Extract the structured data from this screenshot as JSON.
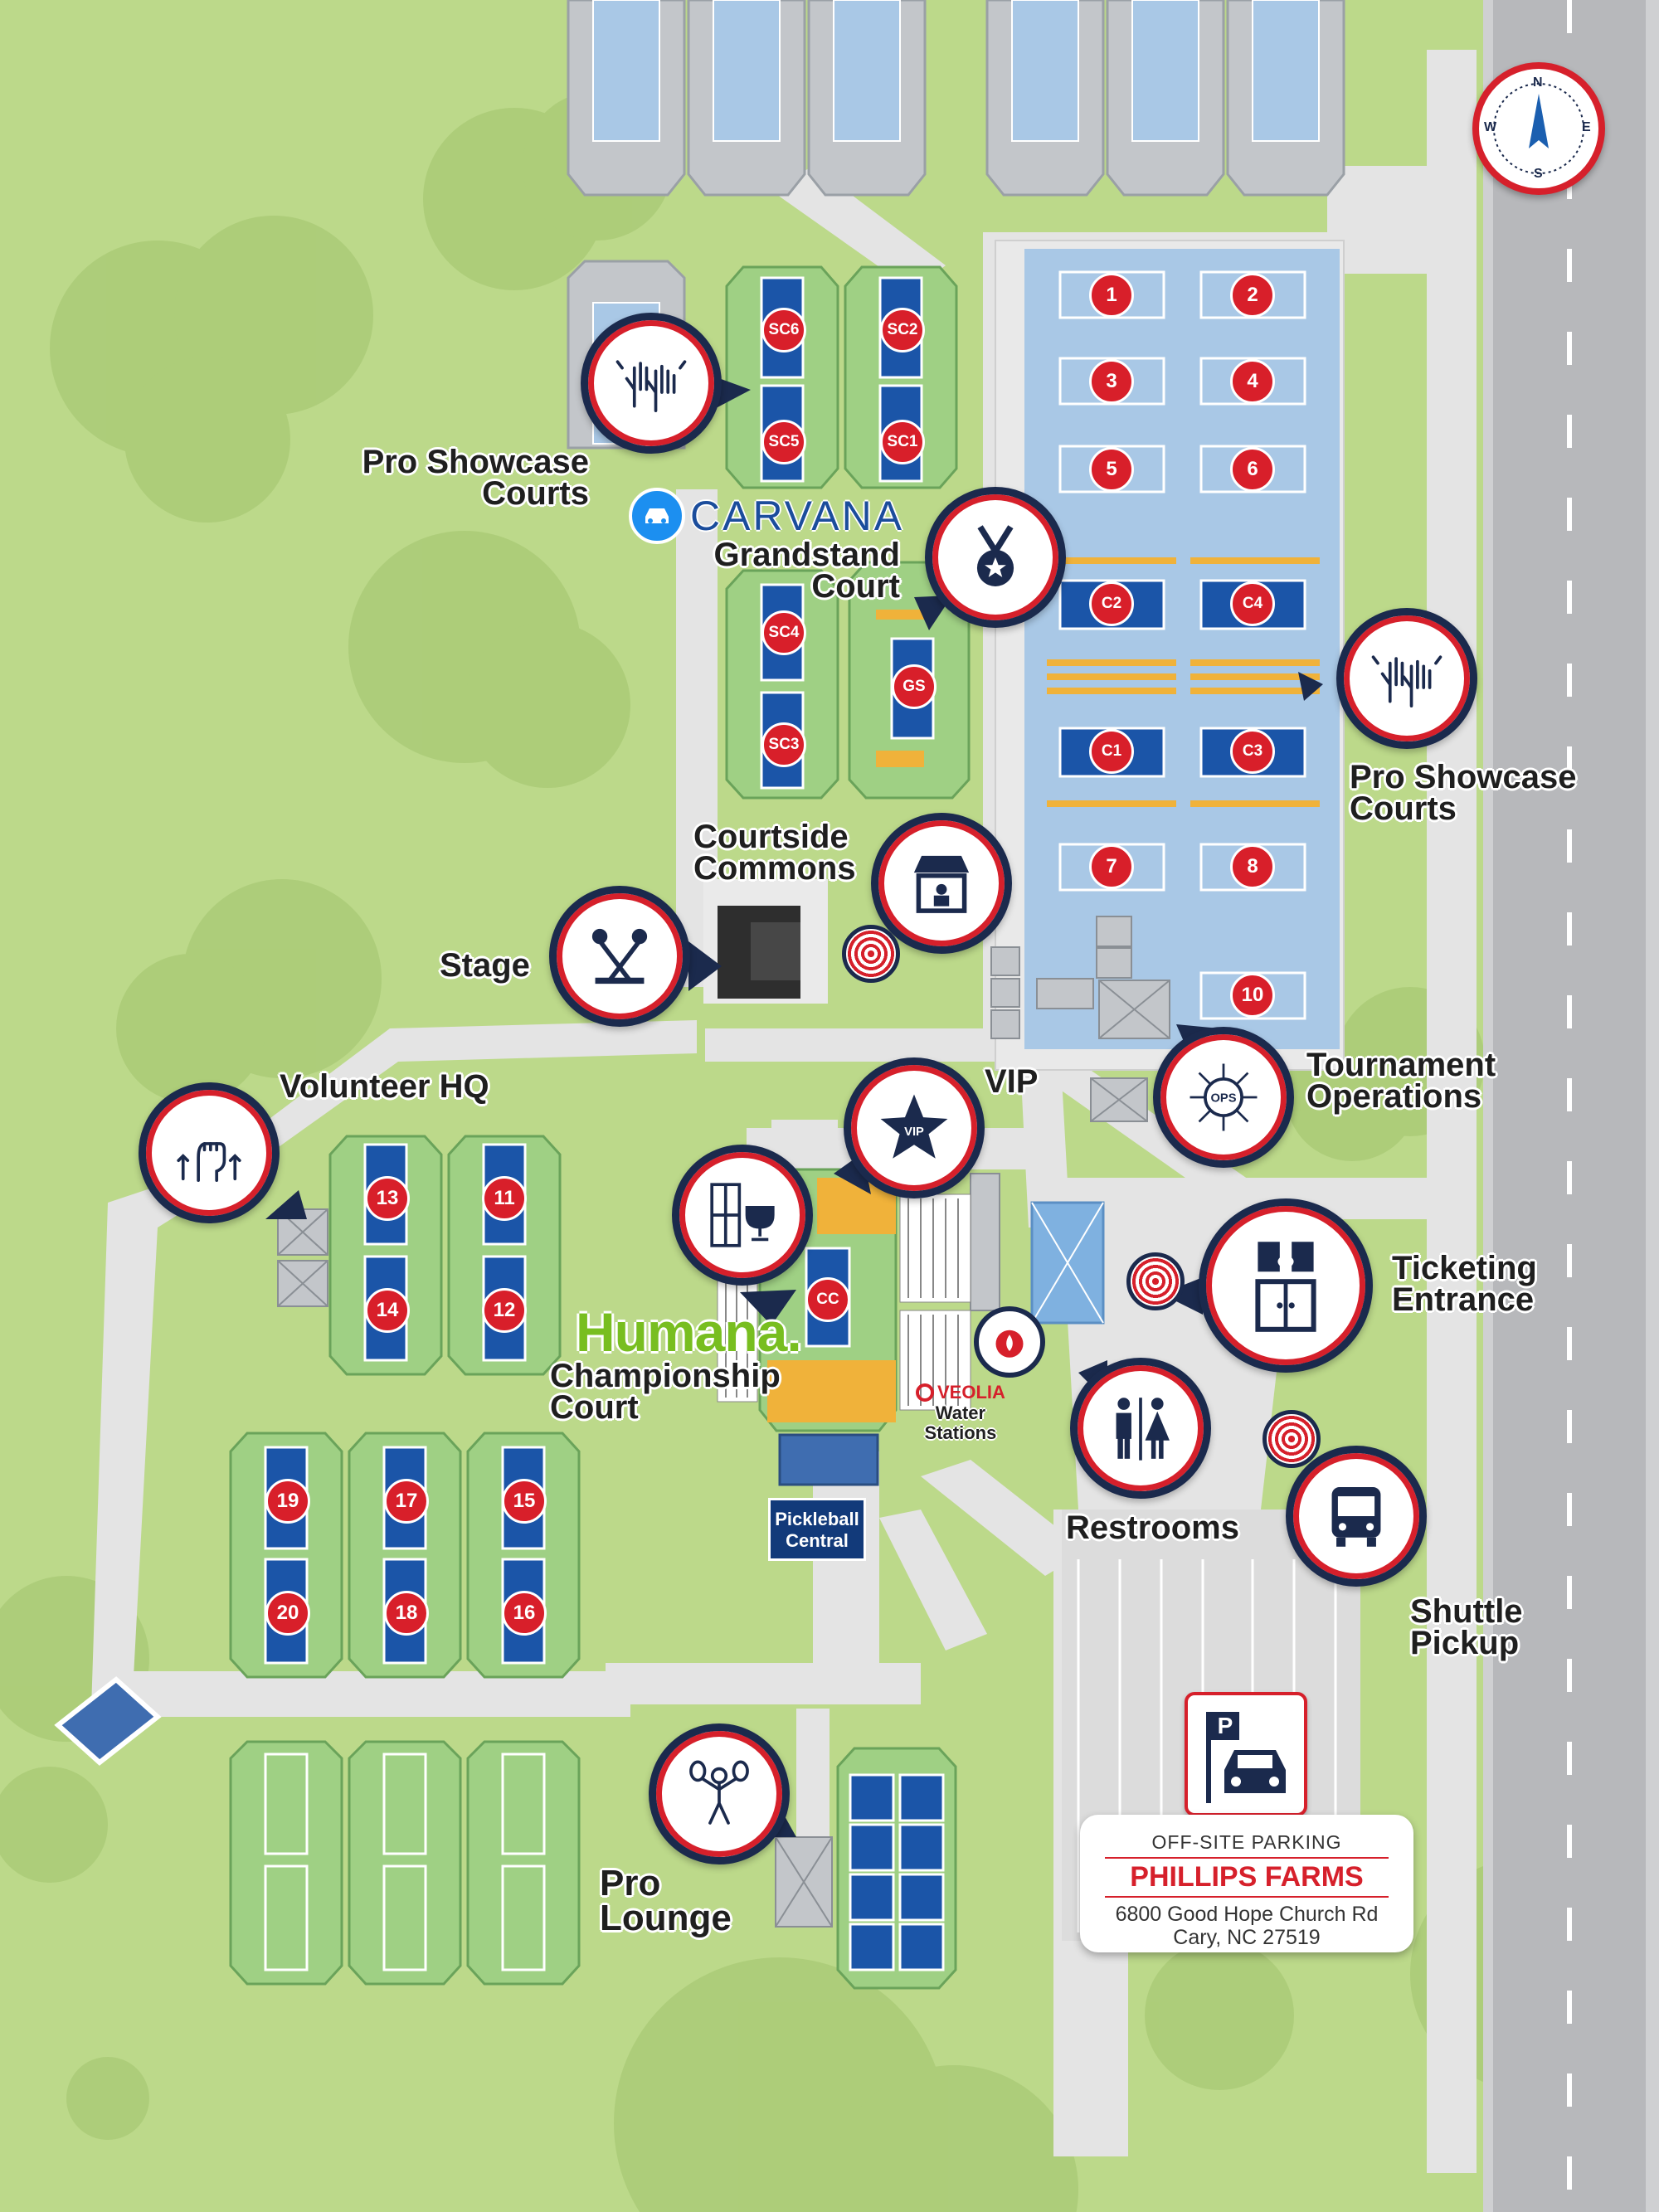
{
  "labels": {
    "pro_showcase_left": [
      "Pro Showcase",
      "Courts"
    ],
    "grandstand": [
      "Grandstand",
      "Court"
    ],
    "pro_showcase_right": [
      "Pro Showcase",
      "Courts"
    ],
    "courtside_commons": [
      "Courtside",
      "Commons"
    ],
    "stage": "Stage",
    "volunteer_hq": "Volunteer HQ",
    "vip": "VIP",
    "tournament_operations": [
      "Tournament",
      "Operations"
    ],
    "ticketing_entrance": [
      "Ticketing",
      "Entrance"
    ],
    "championship_court": [
      "Championship",
      "Court"
    ],
    "restrooms": "Restrooms",
    "shuttle_pickup": [
      "Shuttle",
      "Pickup"
    ],
    "pro_lounge": [
      "Pro",
      "Lounge"
    ]
  },
  "sponsors": {
    "carvana": "CARVANA",
    "humana": "Humana.",
    "veolia": "VEOLIA",
    "water_stations": [
      "Water",
      "Stations"
    ],
    "pickleball_central": [
      "Pickleball",
      "Central"
    ]
  },
  "icon_texts": {
    "vip": "VIP",
    "ops": "OPS",
    "parking": "P"
  },
  "compass": {
    "n": "N",
    "e": "E",
    "s": "S",
    "w": "W"
  },
  "parking": {
    "title": "OFF-SITE PARKING",
    "name": "PHILLIPS FARMS",
    "address_line1": "6800 Good Hope Church Rd",
    "address_line2": "Cary, NC 27519"
  },
  "courts": [
    "SC6",
    "SC2",
    "SC5",
    "SC1",
    "SC4",
    "SC3",
    "GS",
    "1",
    "2",
    "3",
    "4",
    "5",
    "6",
    "C2",
    "C4",
    "C1",
    "C3",
    "7",
    "8",
    "10",
    "13",
    "11",
    "14",
    "12",
    "CC",
    "19",
    "17",
    "15",
    "20",
    "18",
    "16"
  ],
  "colors": {
    "grass": "#bcd98a",
    "path": "#e4e4e4",
    "court_blue": "#1b55a8",
    "badge_red": "#d81f2a",
    "navy": "#1b2a4d",
    "pavilion": "#a9c8e6",
    "humana_green": "#78be20",
    "stands": "#f0b23a"
  }
}
